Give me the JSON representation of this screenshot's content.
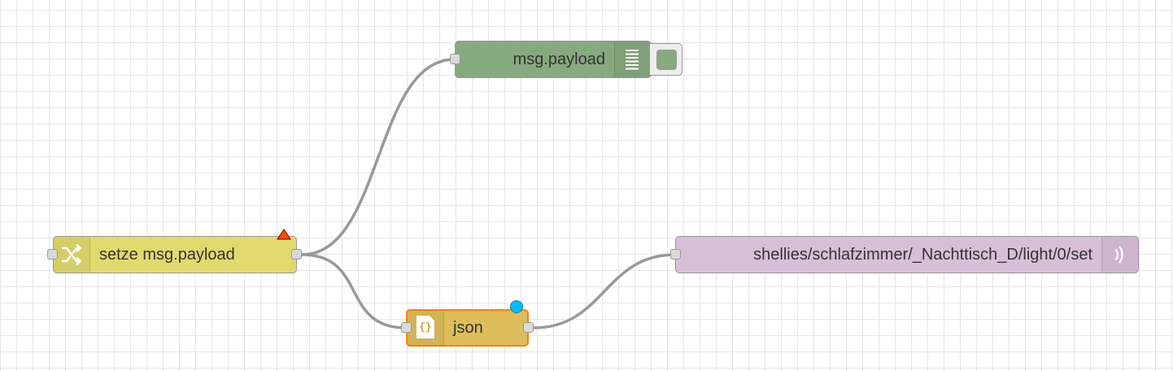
{
  "canvas": {
    "grid_color": "#e6e6e6",
    "wire_color": "#999999"
  },
  "nodes": {
    "change": {
      "label": "setze msg.payload",
      "icon": "shuffle-icon",
      "color": "#e2d96e",
      "warning_icon": "warning-triangle-icon"
    },
    "debug": {
      "label": "msg.payload",
      "icon": "debug-list-icon",
      "color": "#87a980",
      "toggle_button_icon": "debug-toggle-icon"
    },
    "json": {
      "label": "json",
      "icon": "json-braces-icon",
      "color": "#debd5c",
      "selected_border_color": "#ff7f0e",
      "changed_badge_color": "#00bcff"
    },
    "mqtt_out": {
      "label": "shellies/schlafzimmer/_Nachttisch_D/light/0/set",
      "icon": "mqtt-broadcast-icon",
      "color": "#d8bfd8"
    }
  }
}
